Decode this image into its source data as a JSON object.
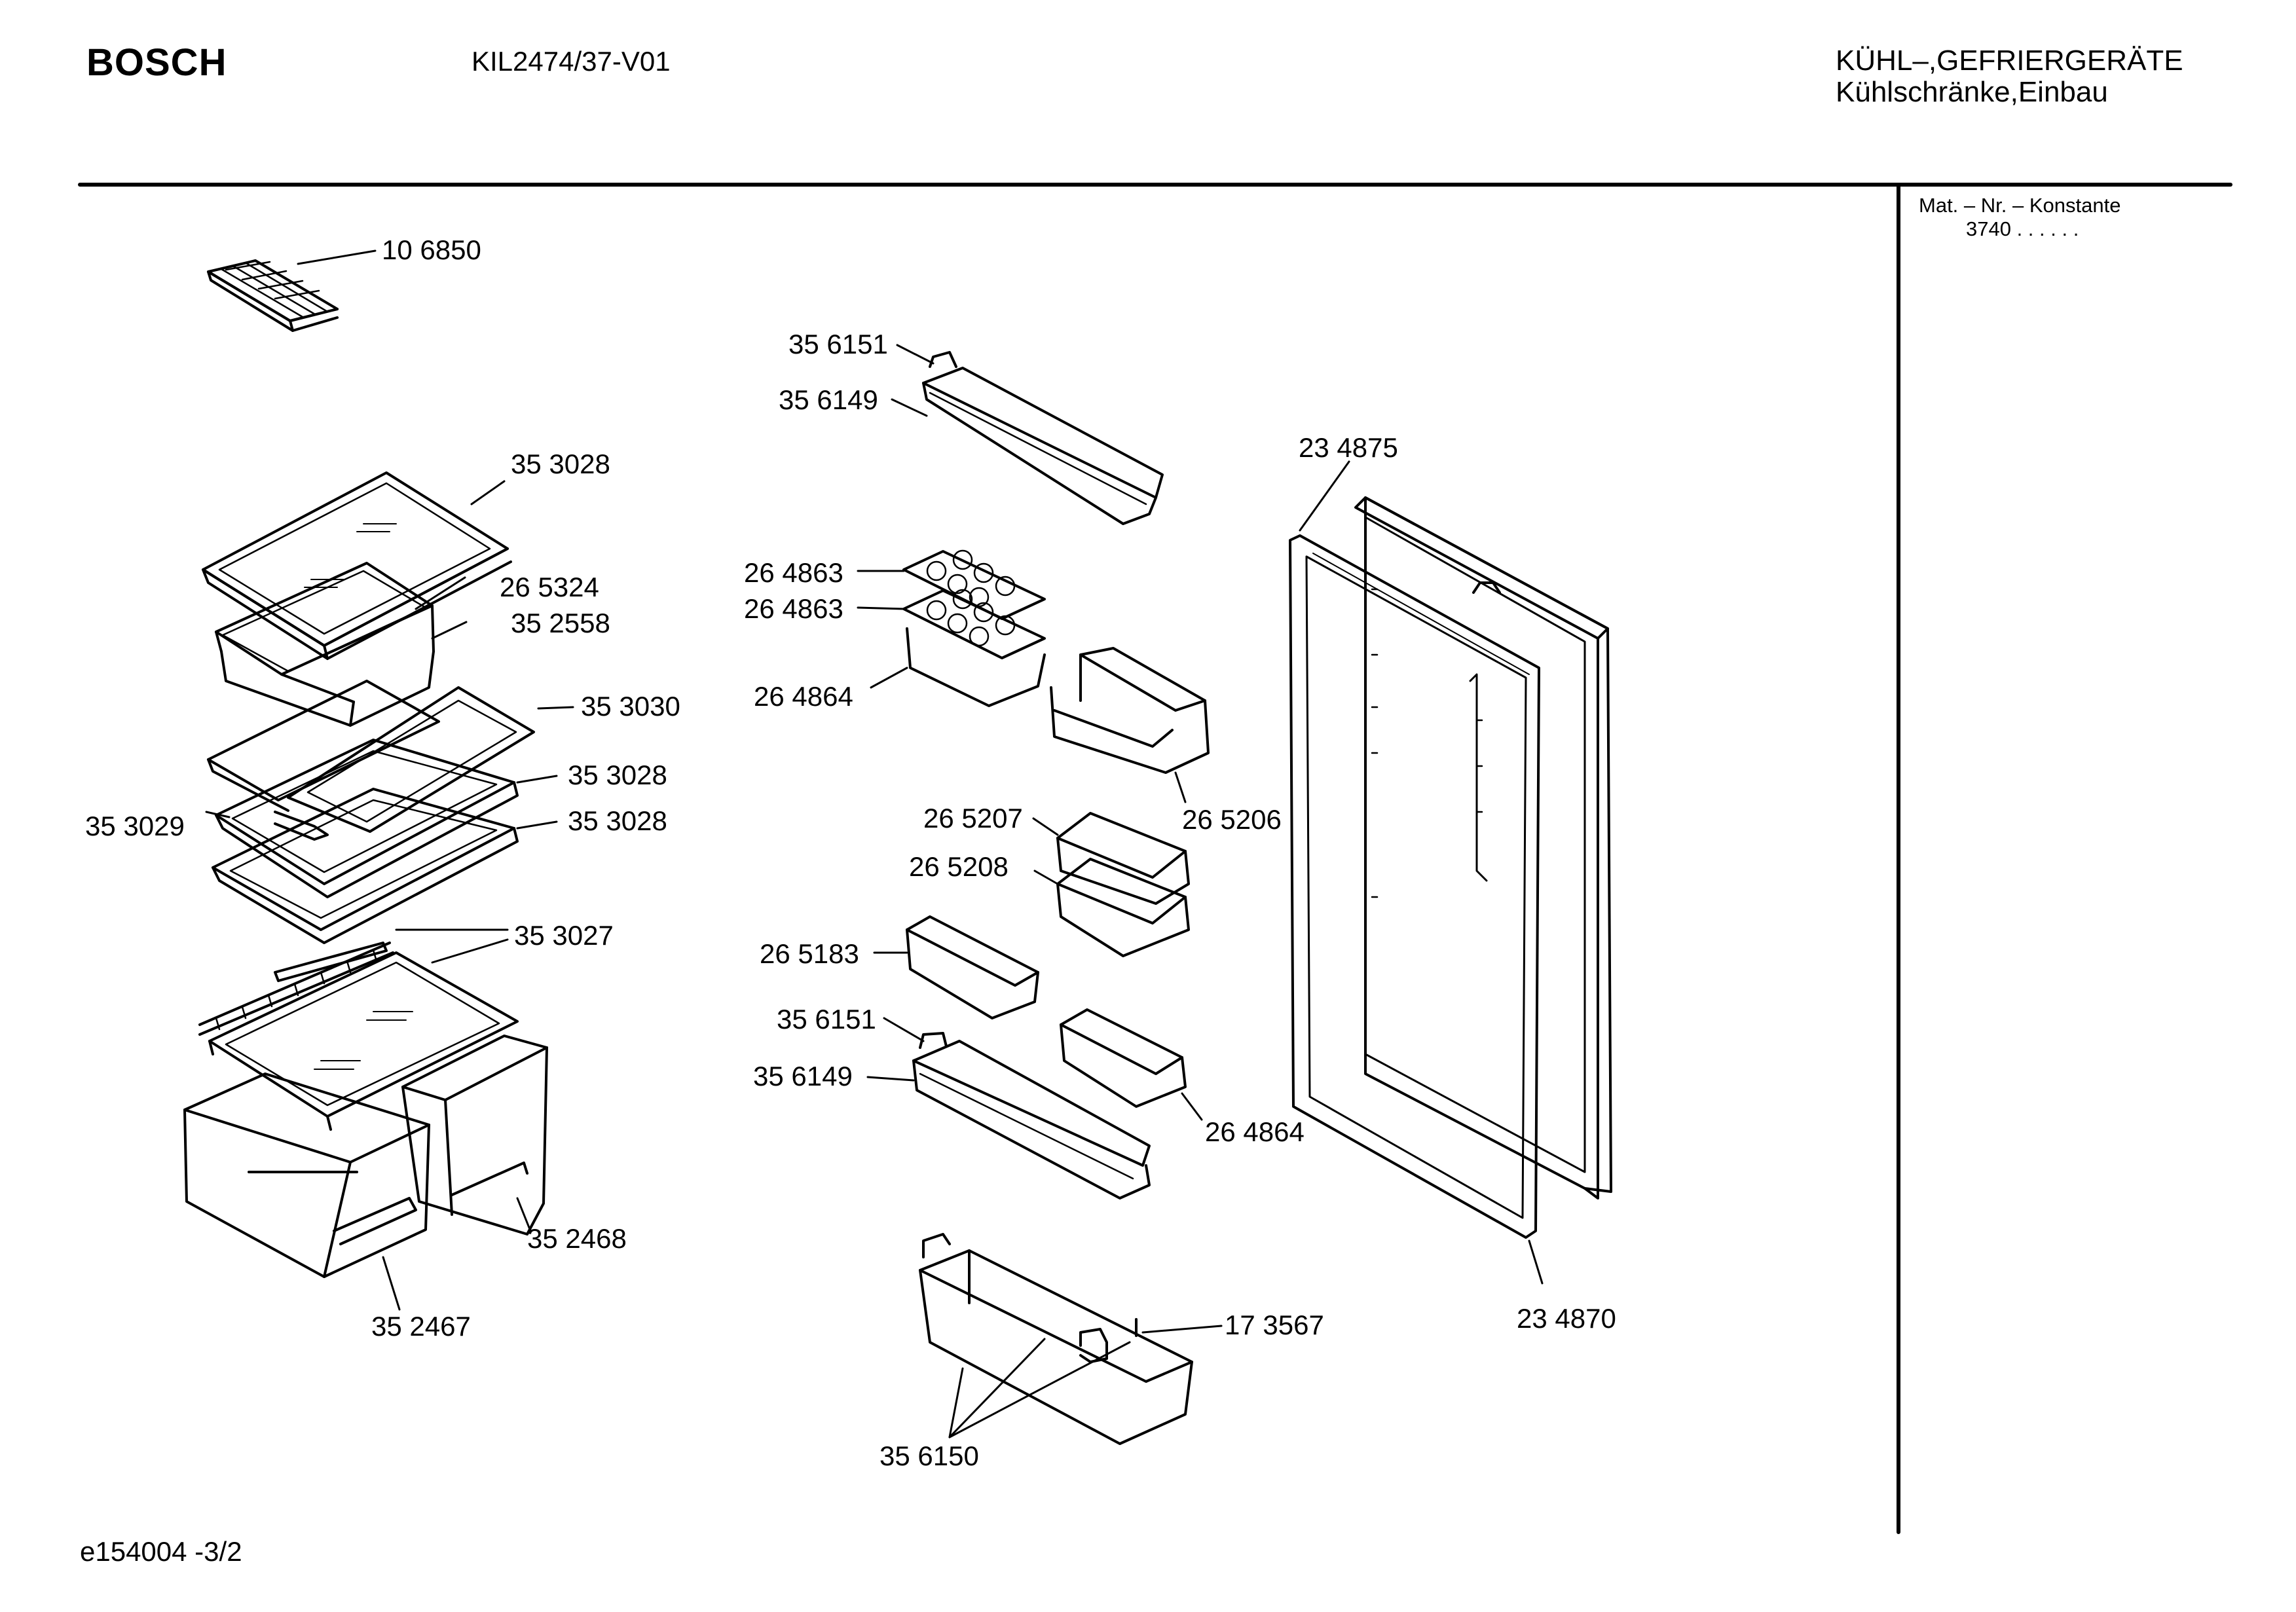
{
  "header": {
    "brand": "BOSCH",
    "model": "KIL2474/37-V01",
    "category_line1": "KÜHL–,GEFRIERGERÄTE",
    "category_line2": "Kühlschränke,Einbau"
  },
  "side_panel": {
    "mat_label": "Mat. – Nr. – Konstante",
    "mat_value": "3740  .  .   .  .  .  ."
  },
  "footer": {
    "doc_id": "e154004 -3/2"
  },
  "parts": [
    {
      "id": "p1",
      "label": "10 6850"
    },
    {
      "id": "p2",
      "label": "35 6151"
    },
    {
      "id": "p3",
      "label": "35 6149"
    },
    {
      "id": "p4",
      "label": "35 3028"
    },
    {
      "id": "p5",
      "label": "23 4875"
    },
    {
      "id": "p6",
      "label": "26 5324"
    },
    {
      "id": "p7",
      "label": "35 2558"
    },
    {
      "id": "p8",
      "label": "26 4863"
    },
    {
      "id": "p9",
      "label": "26 4863"
    },
    {
      "id": "p10",
      "label": "35 3030"
    },
    {
      "id": "p11",
      "label": "26 4864"
    },
    {
      "id": "p12",
      "label": "35 3028"
    },
    {
      "id": "p13",
      "label": "35 3029"
    },
    {
      "id": "p14",
      "label": "35 3028"
    },
    {
      "id": "p15",
      "label": "26 5207"
    },
    {
      "id": "p16",
      "label": "26 5206"
    },
    {
      "id": "p17",
      "label": "26 5208"
    },
    {
      "id": "p18",
      "label": "35 3027"
    },
    {
      "id": "p19",
      "label": "26 5183"
    },
    {
      "id": "p20",
      "label": "35 6151"
    },
    {
      "id": "p21",
      "label": "35 6149"
    },
    {
      "id": "p22",
      "label": "26 4864"
    },
    {
      "id": "p23",
      "label": "35 2468"
    },
    {
      "id": "p24",
      "label": "23 4870"
    },
    {
      "id": "p25",
      "label": "35 2467"
    },
    {
      "id": "p26",
      "label": "17 3567"
    },
    {
      "id": "p27",
      "label": "35 6150"
    }
  ]
}
